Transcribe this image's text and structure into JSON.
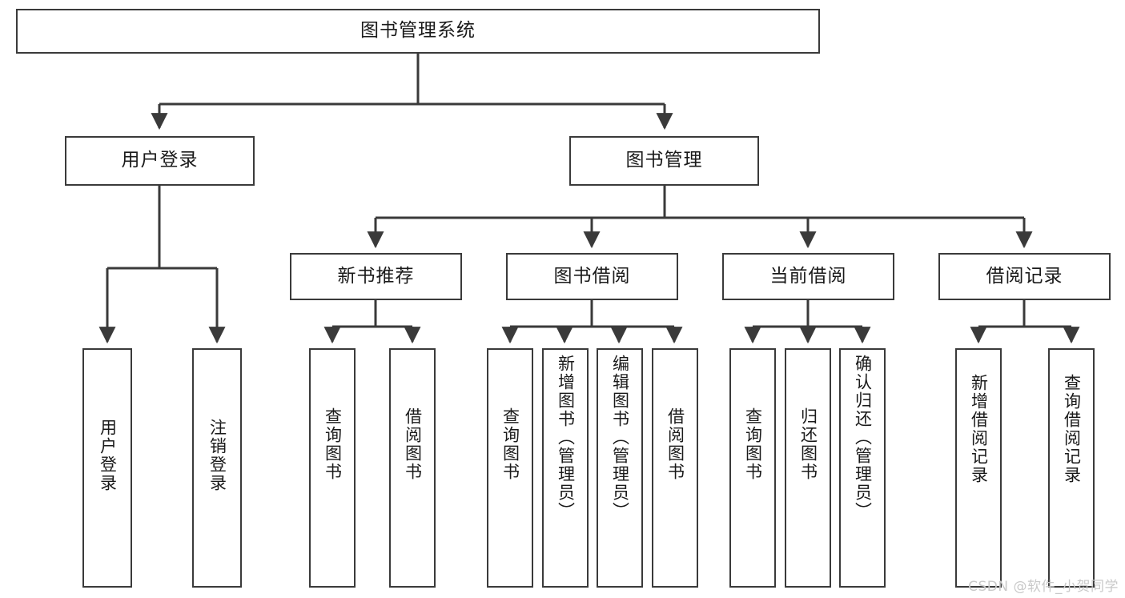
{
  "diagram": {
    "title": "图书管理系统",
    "watermark": "CSDN @软件_小贺同学",
    "line_color": "#3a3a3a",
    "box_border_color": "#3a3a3a",
    "box_fill_color": "#ffffff",
    "text_color": "#1a1a1a",
    "background": "#ffffff",
    "root": {
      "label": "图书管理系统"
    },
    "level2": [
      {
        "label": "用户登录"
      },
      {
        "label": "图书管理"
      }
    ],
    "level3": [
      {
        "label": "新书推荐"
      },
      {
        "label": "图书借阅"
      },
      {
        "label": "当前借阅"
      },
      {
        "label": "借阅记录"
      }
    ],
    "leaves": {
      "user_login": [
        {
          "label": "用户登录"
        },
        {
          "label": "注销登录"
        }
      ],
      "new_book_recommend": [
        {
          "label": "查询图书"
        },
        {
          "label": "借阅图书"
        }
      ],
      "book_borrow": [
        {
          "label": "查询图书"
        },
        {
          "label": "新增图书（管理员）"
        },
        {
          "label": "编辑图书（管理员）"
        },
        {
          "label": "借阅图书"
        }
      ],
      "current_borrow": [
        {
          "label": "查询图书"
        },
        {
          "label": "归还图书"
        },
        {
          "label": "确认归还（管理员）"
        }
      ],
      "borrow_records": [
        {
          "label": "新增借阅记录"
        },
        {
          "label": "查询借阅记录"
        }
      ]
    }
  }
}
